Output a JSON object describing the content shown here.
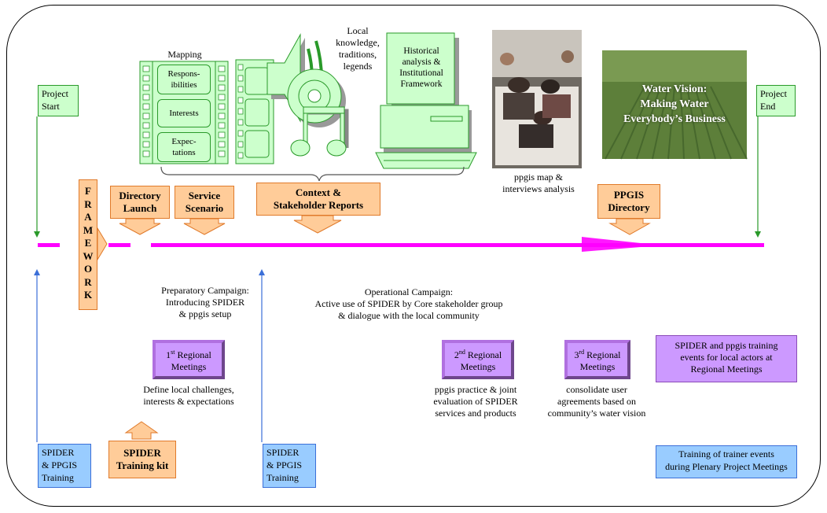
{
  "milestones": {
    "start": {
      "line1": "Project",
      "line2": "Start"
    },
    "end": {
      "line1": "Project",
      "line2": "End"
    }
  },
  "mapping": {
    "title": "Mapping",
    "items": [
      {
        "line1": "Respons-",
        "line2": "ibilities"
      },
      {
        "line1": "Interests",
        "line2": ""
      },
      {
        "line1": "Expec-",
        "line2": "tations"
      }
    ]
  },
  "local_knowledge": {
    "line1": "Local",
    "line2": "knowledge,",
    "line3": "traditions,",
    "line4": "legends"
  },
  "historical": {
    "line1": "Historical",
    "line2": "analysis &",
    "line3": "Institutional",
    "line4": "Framework"
  },
  "photo_caption": {
    "line1": "ppgis map &",
    "line2": "interviews analysis"
  },
  "vision": {
    "line1": "Water Vision:",
    "line2": "Making Water",
    "line3": "Everybody’s Business"
  },
  "framework_letters": [
    "F",
    "R",
    "A",
    "M",
    "E",
    "W",
    "O",
    "R",
    "K"
  ],
  "deliverables": {
    "directory_launch": {
      "line1": "Directory",
      "line2": "Launch"
    },
    "service_scenario": {
      "line1": "Service",
      "line2": "Scenario"
    },
    "context_reports": {
      "line1": "Context &",
      "line2": "Stakeholder Reports"
    },
    "ppgis_directory": {
      "line1": "PPGIS",
      "line2": "Directory"
    },
    "training_kit": {
      "line1": "SPIDER",
      "line2": "Training kit"
    }
  },
  "campaigns": {
    "preparatory": {
      "line1": "Preparatory Campaign:",
      "line2": "Introducing SPIDER",
      "line3": "& ppgis setup"
    },
    "operational": {
      "line1": "Operational Campaign:",
      "line2": "Active use of SPIDER by Core stakeholder group",
      "line3": "& dialogue with the local community"
    }
  },
  "meetings": {
    "first": {
      "ord": "1",
      "sup": "st",
      "word": " Regional",
      "line2": "Meetings",
      "caption1": "Define local challenges,",
      "caption2": "interests & expectations"
    },
    "second": {
      "ord": "2",
      "sup": "nd",
      "word": " Regional",
      "line2": "Meetings",
      "caption1": "ppgis practice & joint",
      "caption2": "evaluation of SPIDER",
      "caption3": "services and products"
    },
    "third": {
      "ord": "3",
      "sup": "rd",
      "word": " Regional",
      "line2": "Meetings",
      "caption1": "consolidate user",
      "caption2": "agreements based on",
      "caption3": "community’s water vision"
    }
  },
  "trainings": {
    "left": {
      "line1": "SPIDER",
      "line2": "& PPGIS",
      "line3": "Training"
    },
    "mid": {
      "line1": "SPIDER",
      "line2": "& PPGIS",
      "line3": "Training"
    }
  },
  "legend": {
    "purple": {
      "line1": "SPIDER and ppgis training",
      "line2": "events for local actors at",
      "line3": "Regional Meetings"
    },
    "blue": {
      "line1": "Training of trainer events",
      "line2": "during Plenary Project Meetings"
    }
  },
  "colors": {
    "timeline": "#ff00ff",
    "green": "#ccffcc",
    "orange": "#ffcc99",
    "purple": "#cc99ff",
    "blue": "#99ccff"
  }
}
